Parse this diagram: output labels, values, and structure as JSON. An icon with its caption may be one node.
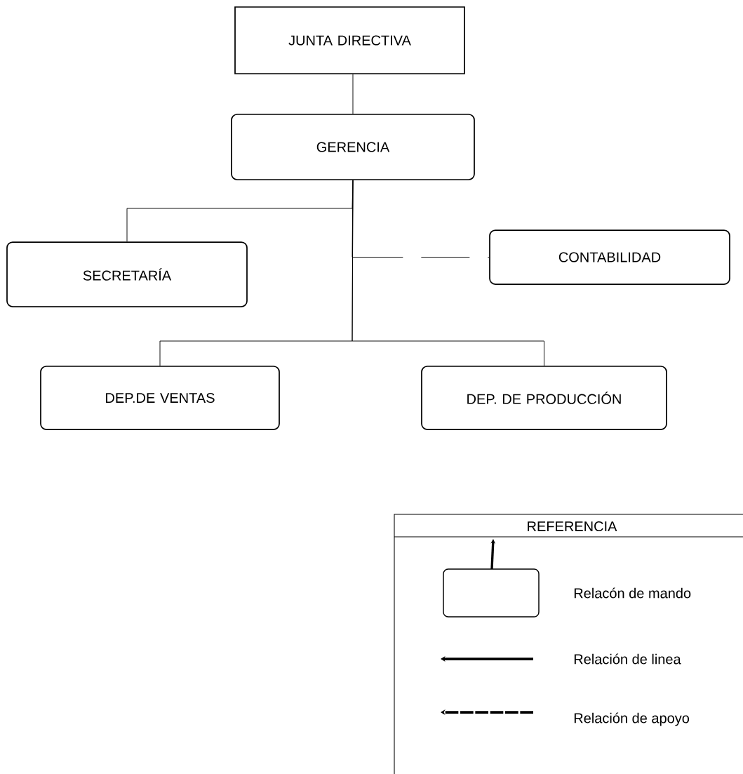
{
  "diagram": {
    "nodes": [
      {
        "text": [
          "JUNTA DIRECTIVA"
        ]
      },
      {
        "text": [
          "GERENCIA"
        ]
      },
      {
        "text": [
          "SECRETARÍA"
        ]
      },
      {
        "text": [
          "CONTABILIDAD"
        ]
      },
      {
        "text": [
          "DEP.DE VENTAS"
        ]
      },
      {
        "text": [
          "DEP. DE PRODUCCIÓN"
        ]
      }
    ],
    "edges": [
      {
        "from": 0,
        "to": 1,
        "arrow": "none"
      },
      {
        "from": 1,
        "to": 2,
        "arrow": "none"
      },
      {
        "from": 1,
        "to": 3,
        "arrow": "none",
        "style": "dashed"
      },
      {
        "from": 1,
        "to": 4,
        "arrow": "none"
      },
      {
        "from": 1,
        "to": 5,
        "arrow": "none"
      }
    ],
    "labels": [
      "REFERENCIA"
    ],
    "legend": [
      {
        "text": "Relacón de mando"
      },
      {
        "text": "Relación de linea"
      },
      {
        "text": "Relación de apoyo"
      }
    ]
  }
}
